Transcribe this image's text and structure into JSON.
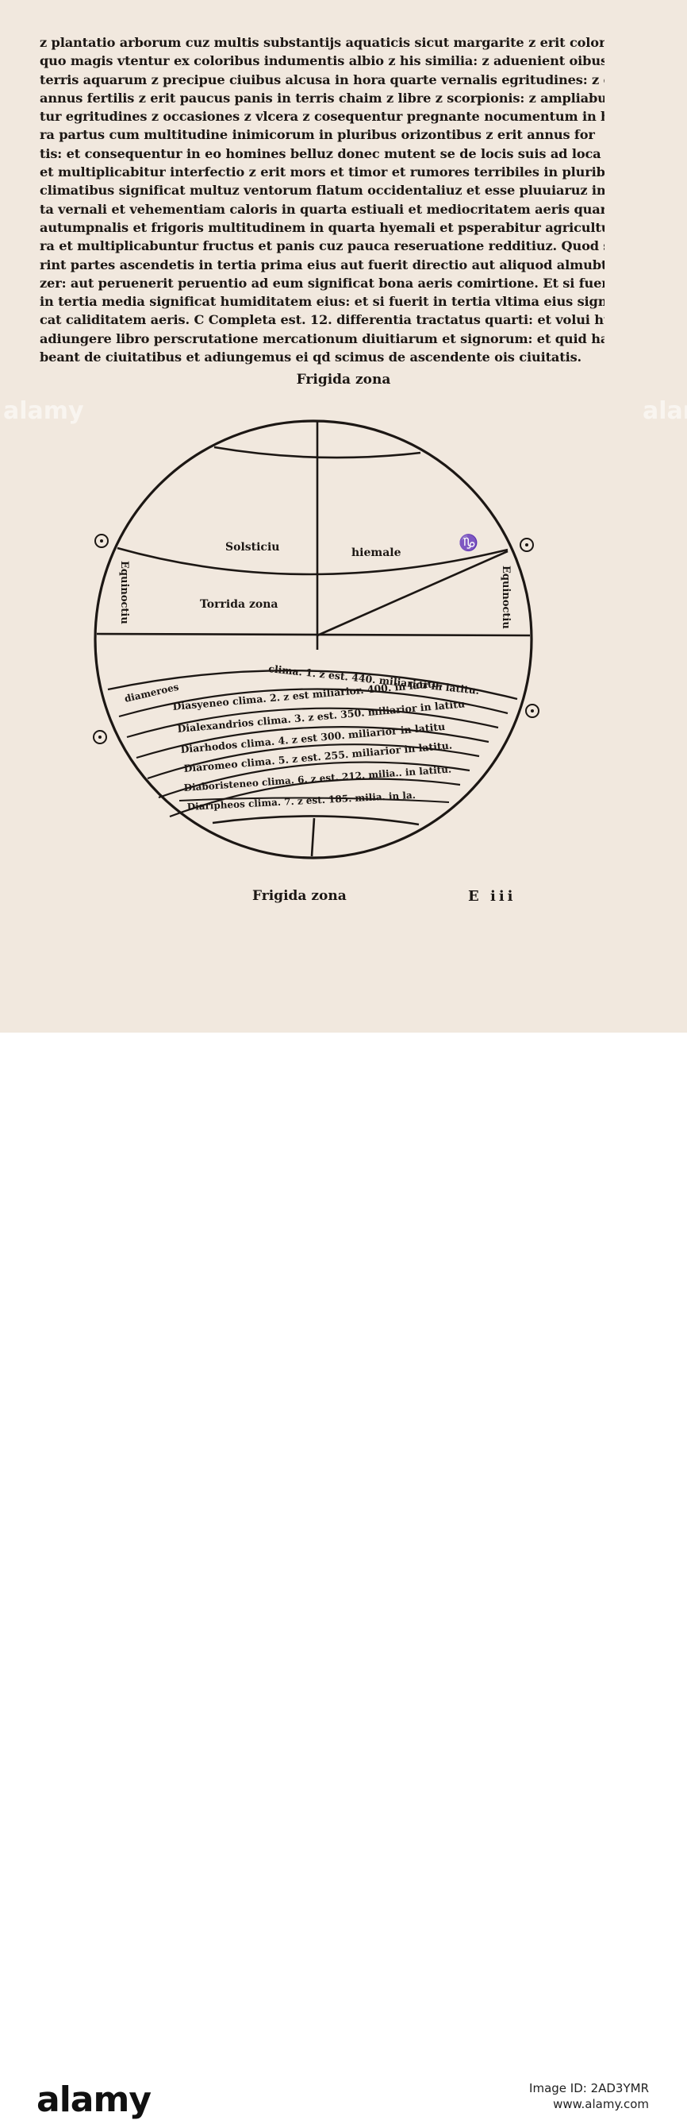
{
  "page": {
    "text_lines": [
      "z plantatio arborum cuz multis substantijs aquaticis sicut margarite z erit color",
      "quo magis vtentur ex coloribus indumentis albio z his similia: z aduenient oibus",
      "terris aquarum z precipue ciuibus alcusa in hora quarte vernalis egritudines: z erit",
      "annus fertilis z erit paucus panis in terris chaim z libre z scorpionis: z ampliabun",
      "tur egritudines z occasiones z vlcera z cosequentur pregnante nocumentum in ho",
      "ra partus cum multitudine inimicorum in pluribus orizontibus z erit annus for",
      "tis: et consequentur in eo homines belluz donec mutent se de locis suis ad loca alia",
      "et multiplicabitur interfectio z erit mors et timor et rumores terribiles in pluribus",
      "climatibus significat multuz ventorum flatum occidentaliuz et esse pluuiaruz in quar",
      "ta vernali et vehementiam caloris in quarta estiuali et mediocritatem aeris quarte",
      "autumpnalis et frigoris multitudinem in quarta hyemali et psperabitur agricultu",
      "ra et multiplicabuntur fructus et panis cuz pauca reseruatione redditiuz. Quod si fue",
      "rint partes ascendetis in tertia prima eius aut fuerit directio aut aliquod almubtes",
      "zer: aut peruenerit peruentio ad eum significat bona aeris comirtione. Et si fuerit",
      "in tertia media significat humiditatem eius: et si fuerit in tertia vltima eius signifi",
      "cat caliditatem aeris. C Completa est. 12. differentia tractatus quarti: et volui huic",
      "adiungere libro perscrutatione mercationum diuitiarum et signorum: et quid ha",
      "beant de ciuitatibus et adiungemus ei qd scimus de ascendente ois ciuitatis."
    ],
    "heading_top": "Frigida zona",
    "heading_bottom": "Frigida zona",
    "signature": "E iii"
  },
  "diagram": {
    "labels": {
      "solsticium": "Solsticiu",
      "hiemale": "hiemale",
      "capricorn_symbol": "♑",
      "equinox_left": "Equinoctiu",
      "equinox_right": "Equinoctiu",
      "torrid_zone": "Torrida zona",
      "diameroes": "diameroes",
      "sun_symbol": "⊙"
    },
    "climate_bands": [
      "clima. 1. z est. 440. miliarior in latitu.",
      "Diasyeneo clima. 2. z est miliarior. 400. in latitu.",
      "Dialexandrios clima. 3. z est. 350. miliarior in latitu",
      "Diarhodos clima. 4. z est 300. miliarior in latitu",
      "Diaromeo clima. 5. z est. 255. miliarior in latitu.",
      "Diaboristeneo clima. 6. z est. 212. milia.. in latitu.",
      "Diaripheos clima. 7. z est. 185. milia. in la."
    ]
  },
  "footer": {
    "brand": "alamy",
    "image_id_label": "Image ID: 2AD3YMR",
    "site": "www.alamy.com",
    "watermark": "alamy"
  },
  "colors": {
    "paper": "#f1e8de",
    "ink": "#1c1714",
    "footer_bg": "#ffffff"
  }
}
